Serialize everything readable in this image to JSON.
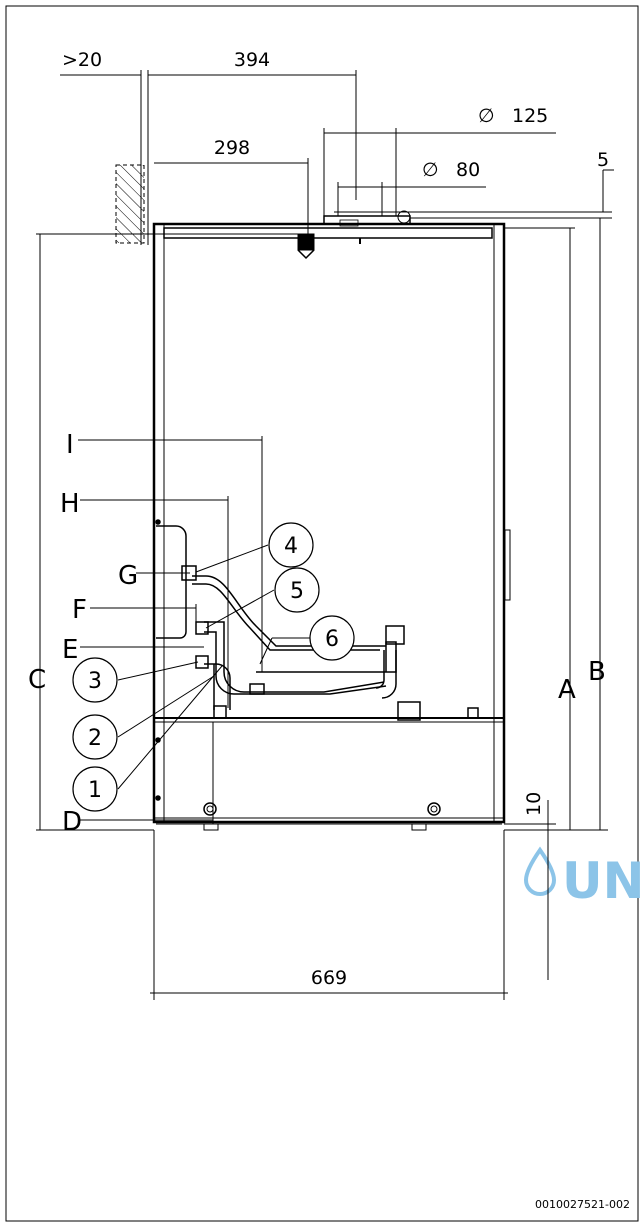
{
  "dimensions": {
    "wall_clearance": ">20",
    "flue_offset_394": "394",
    "flue_offset_298": "298",
    "flue_outer_dia": "125",
    "flue_inner_dia": "80",
    "flue_height_5": "5",
    "bottom_gap_10": "10",
    "width_669": "669",
    "diameter_symbol": "∅"
  },
  "height_labels": {
    "A": "A",
    "B": "B",
    "C": "C"
  },
  "connection_labels": {
    "D": "D",
    "E": "E",
    "F": "F",
    "G": "G",
    "H": "H",
    "I": "I"
  },
  "callouts": {
    "c1": "1",
    "c2": "2",
    "c3": "3",
    "c4": "4",
    "c5": "5",
    "c6": "6"
  },
  "reference_code": "0010027521-002",
  "watermark": "UNI"
}
